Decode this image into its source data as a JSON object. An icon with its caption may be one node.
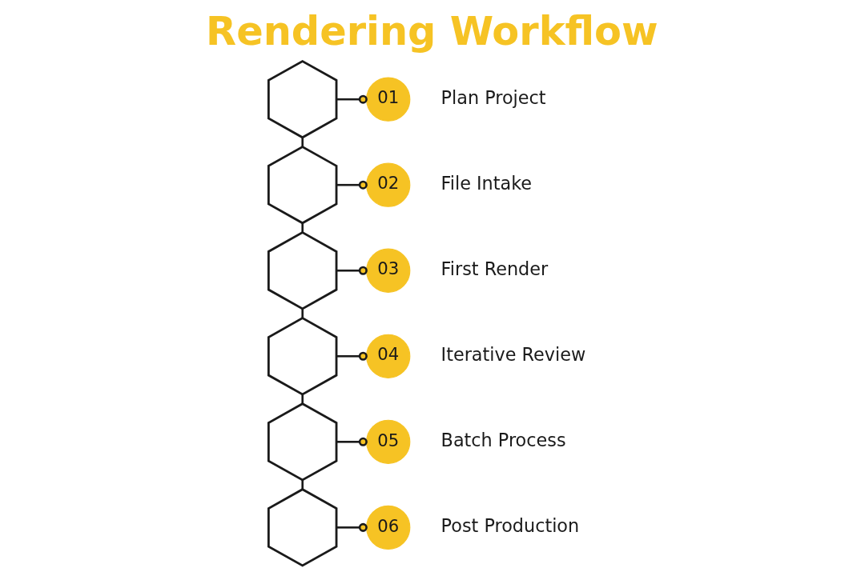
{
  "diagram": {
    "title": "Rendering Workflow",
    "nodes": [
      {
        "text": [],
        "shape": "hexagon"
      },
      {
        "text": [
          "01"
        ],
        "beside": [
          "Plan Project"
        ]
      },
      {
        "text": [],
        "shape": "hexagon"
      },
      {
        "text": [
          "02"
        ],
        "beside": [
          "File Intake"
        ]
      },
      {
        "text": [],
        "shape": "hexagon"
      },
      {
        "text": [
          "03"
        ],
        "beside": [
          "First Render"
        ]
      },
      {
        "text": [],
        "shape": "hexagon"
      },
      {
        "text": [
          "04"
        ],
        "beside": [
          "Iterative Review"
        ]
      },
      {
        "text": [],
        "shape": "hexagon"
      },
      {
        "text": [
          "05"
        ],
        "beside": [
          "Batch Process"
        ]
      },
      {
        "text": [],
        "shape": "hexagon"
      },
      {
        "text": [
          "06"
        ],
        "beside": [
          "Post Production"
        ]
      }
    ],
    "edges": [
      {
        "from": 0,
        "to": 1,
        "arrow": "other"
      },
      {
        "from": 0,
        "to": 2,
        "arrow": "none"
      },
      {
        "from": 2,
        "to": 3,
        "arrow": "other"
      },
      {
        "from": 2,
        "to": 4,
        "arrow": "none"
      },
      {
        "from": 4,
        "to": 5,
        "arrow": "other"
      },
      {
        "from": 4,
        "to": 6,
        "arrow": "none"
      },
      {
        "from": 6,
        "to": 7,
        "arrow": "other"
      },
      {
        "from": 6,
        "to": 8,
        "arrow": "none"
      },
      {
        "from": 8,
        "to": 9,
        "arrow": "other"
      },
      {
        "from": 8,
        "to": 10,
        "arrow": "none"
      },
      {
        "from": 10,
        "to": 11,
        "arrow": "other"
      }
    ]
  }
}
